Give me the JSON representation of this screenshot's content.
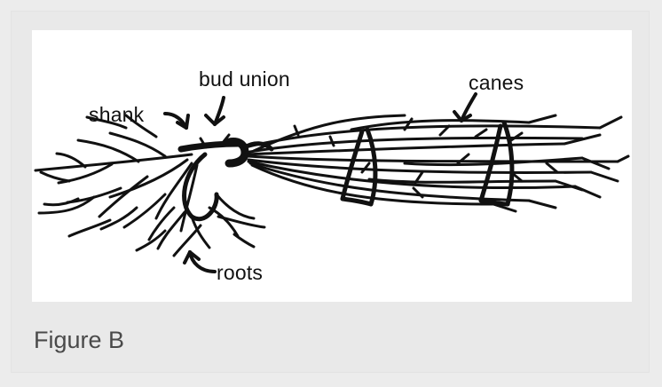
{
  "figure": {
    "caption": "Figure B",
    "labels": {
      "bud_union": "bud union",
      "canes": "canes",
      "shank": "shank",
      "roots": "roots"
    }
  }
}
